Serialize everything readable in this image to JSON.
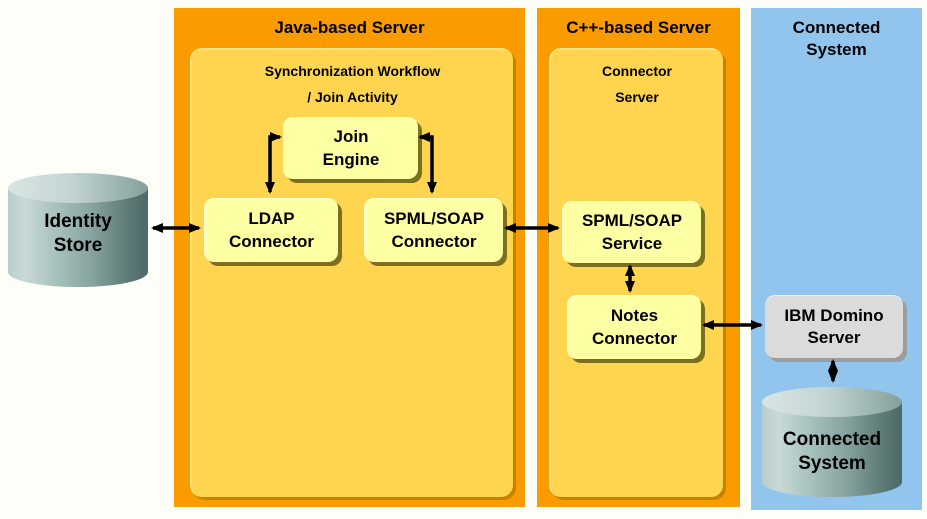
{
  "colors": {
    "background": "#fdfef8",
    "server_panel": "#fa9c00",
    "inner_panel": "#ffd44f",
    "component_box": "#ffffa3",
    "component_shadow": "#7b701e",
    "connected_panel": "#92c5ee",
    "external_box": "#dbdbdb",
    "arrow": "#000000"
  },
  "panels": {
    "java_server": {
      "title": "Java-based Server",
      "workflow": {
        "title": "Synchronization Workflow\n/ Join Activity"
      }
    },
    "cpp_server": {
      "title": "C++-based Server",
      "connector_server": {
        "title": "Connector\nServer"
      }
    },
    "connected_system": {
      "title": "Connected\nSystem"
    }
  },
  "nodes": {
    "identity_store": {
      "label": "Identity\nStore",
      "type": "database"
    },
    "join_engine": {
      "label": "Join\nEngine"
    },
    "ldap_connector": {
      "label": "LDAP\nConnector"
    },
    "spml_soap_connector": {
      "label": "SPML/SOAP\nConnector"
    },
    "spml_soap_service": {
      "label": "SPML/SOAP\nService"
    },
    "notes_connector": {
      "label": "Notes\nConnector"
    },
    "ibm_domino_server": {
      "label": "IBM Domino\nServer"
    },
    "connected_system_db": {
      "label": "Connected\nSystem",
      "type": "database"
    }
  },
  "connections": [
    {
      "from": "identity_store",
      "to": "ldap_connector",
      "bidirectional": true
    },
    {
      "from": "join_engine",
      "to": "ldap_connector",
      "bidirectional": true
    },
    {
      "from": "join_engine",
      "to": "spml_soap_connector",
      "bidirectional": true
    },
    {
      "from": "spml_soap_connector",
      "to": "spml_soap_service",
      "bidirectional": true
    },
    {
      "from": "spml_soap_service",
      "to": "notes_connector",
      "bidirectional": true
    },
    {
      "from": "notes_connector",
      "to": "ibm_domino_server",
      "bidirectional": true
    },
    {
      "from": "ibm_domino_server",
      "to": "connected_system_db",
      "bidirectional": true
    }
  ]
}
